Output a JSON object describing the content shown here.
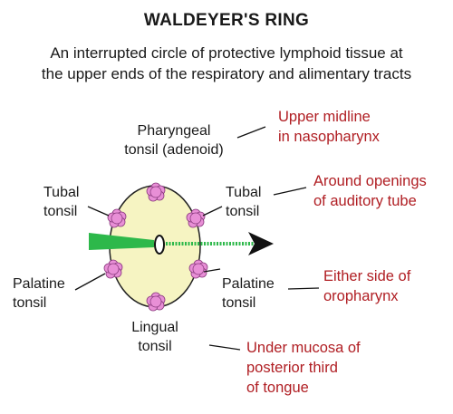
{
  "title": "WALDEYER'S RING",
  "subtitle": [
    "An interrupted circle of protective lymphoid tissue at",
    "the upper ends of the respiratory and alimentary tracts"
  ],
  "tonsils": {
    "pharyngeal": [
      "Pharyngeal",
      "tonsil (adenoid)"
    ],
    "tubal_left": [
      "Tubal",
      "tonsil"
    ],
    "tubal_right": [
      "Tubal",
      "tonsil"
    ],
    "palatine_left": [
      "Palatine",
      "tonsil"
    ],
    "palatine_right": [
      "Palatine",
      "tonsil"
    ],
    "lingual": [
      "Lingual",
      "tonsil"
    ]
  },
  "descriptions": {
    "pharyngeal": [
      "Upper midline",
      "in nasopharynx"
    ],
    "tubal": [
      "Around openings",
      "of auditory tube"
    ],
    "palatine": [
      "Either side of",
      "oropharynx"
    ],
    "lingual": [
      "Under mucosa of",
      "posterior third",
      "of tongue"
    ]
  },
  "colors": {
    "label_text": "#1a1a1a",
    "description_text": "#b01e23",
    "ring_fill": "#f6f4c2",
    "tonsil_fill": "#e88fd6",
    "airway_green": "#2db84a",
    "arrow": "#111111"
  }
}
